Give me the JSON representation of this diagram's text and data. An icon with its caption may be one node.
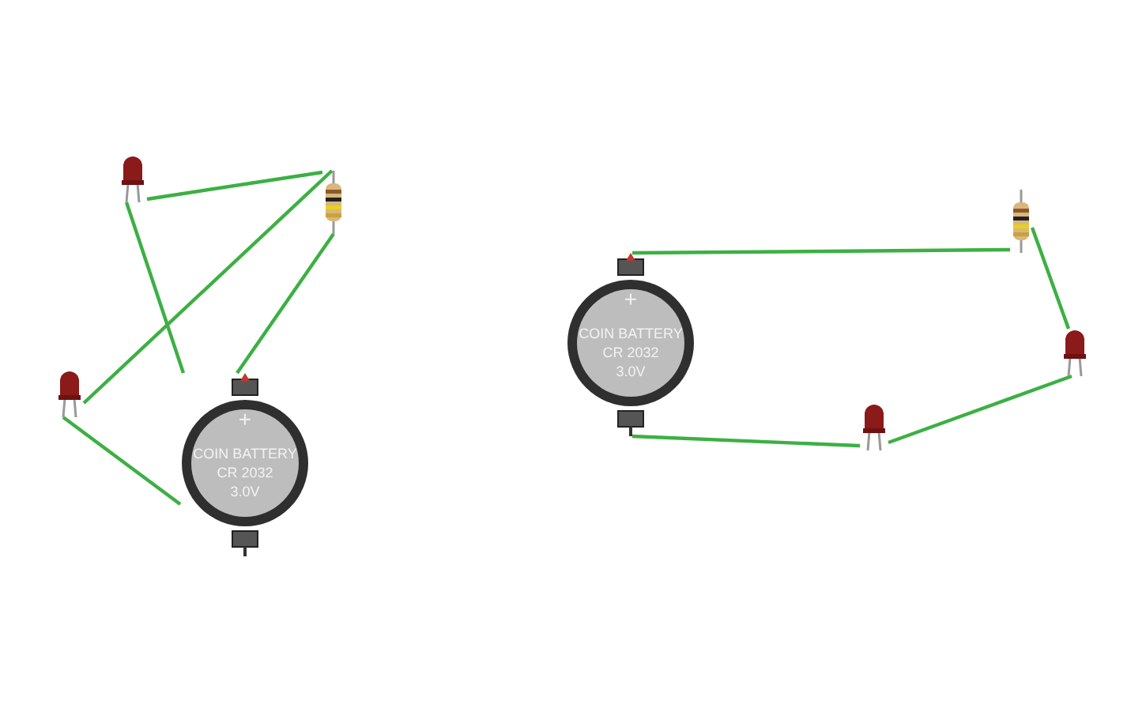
{
  "diagram": {
    "nodes": [
      {
        "text": [],
        "shape": "led"
      },
      {
        "text": [],
        "shape": "resistor"
      },
      {
        "text": [],
        "shape": "led"
      },
      {
        "text": [
          "+",
          "COIN BATTERY",
          "CR 2032",
          "3.0V"
        ]
      },
      {
        "text": [
          "+",
          "COIN BATTERY",
          "CR 2032",
          "3.0V"
        ]
      },
      {
        "text": [],
        "shape": "resistor"
      },
      {
        "text": [],
        "shape": "led"
      },
      {
        "text": [],
        "shape": "led"
      }
    ],
    "edges": [
      {
        "from": 0,
        "to": 1,
        "arrow": "none"
      },
      {
        "from": 0,
        "to": 3,
        "arrow": "none"
      },
      {
        "from": 1,
        "to": 2,
        "arrow": "none"
      },
      {
        "from": 1,
        "to": 3,
        "arrow": "none"
      },
      {
        "from": 2,
        "to": 3,
        "arrow": "none"
      },
      {
        "from": 4,
        "to": 5,
        "arrow": "none"
      },
      {
        "from": 5,
        "to": 6,
        "arrow": "none"
      },
      {
        "from": 6,
        "to": 7,
        "arrow": "none"
      },
      {
        "from": 7,
        "to": 4,
        "arrow": "none"
      }
    ]
  }
}
